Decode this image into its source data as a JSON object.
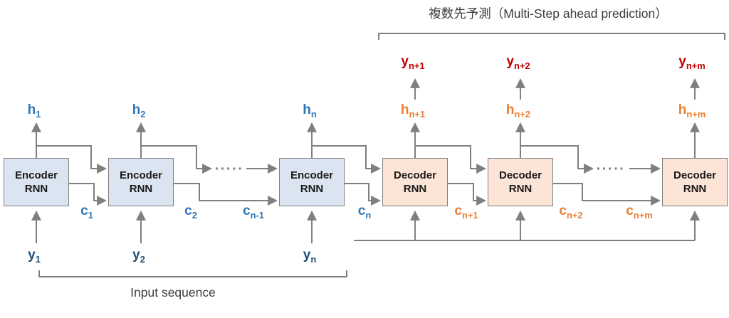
{
  "title": "複数先予測（Multi-Step ahead prediction）",
  "caption": "Input sequence",
  "dots": "·····",
  "encoder_box": {
    "line1": "Encoder",
    "line2": "RNN"
  },
  "decoder_box": {
    "line1": "Decoder",
    "line2": "RNN"
  },
  "labels": {
    "enc_h": [
      {
        "base": "h",
        "sub": "1"
      },
      {
        "base": "h",
        "sub": "2"
      },
      {
        "base": "h",
        "sub": "n"
      }
    ],
    "enc_y": [
      {
        "base": "y",
        "sub": "1"
      },
      {
        "base": "y",
        "sub": "2"
      },
      {
        "base": "y",
        "sub": "n"
      }
    ],
    "enc_c": [
      {
        "base": "c",
        "sub": "1"
      },
      {
        "base": "c",
        "sub": "2"
      },
      {
        "base": "c",
        "sub": "n-1"
      },
      {
        "base": "c",
        "sub": "n"
      }
    ],
    "dec_h": [
      {
        "base": "h",
        "sub": "n+1"
      },
      {
        "base": "h",
        "sub": "n+2"
      },
      {
        "base": "h",
        "sub": "n+m"
      }
    ],
    "dec_y": [
      {
        "base": "y",
        "sub": "n+1"
      },
      {
        "base": "y",
        "sub": "n+2"
      },
      {
        "base": "y",
        "sub": "n+m"
      }
    ],
    "dec_c": [
      {
        "base": "c",
        "sub": "n+1"
      },
      {
        "base": "c",
        "sub": "n+2"
      },
      {
        "base": "c",
        "sub": "n+m"
      }
    ]
  },
  "colors": {
    "line": "#7f7f7f",
    "encoder_fill": "#dbe5f1",
    "decoder_fill": "#fce4d6",
    "blue": "#2e75b6",
    "navy": "#1f4e79",
    "orange": "#ed7d31",
    "red": "#c00000"
  }
}
